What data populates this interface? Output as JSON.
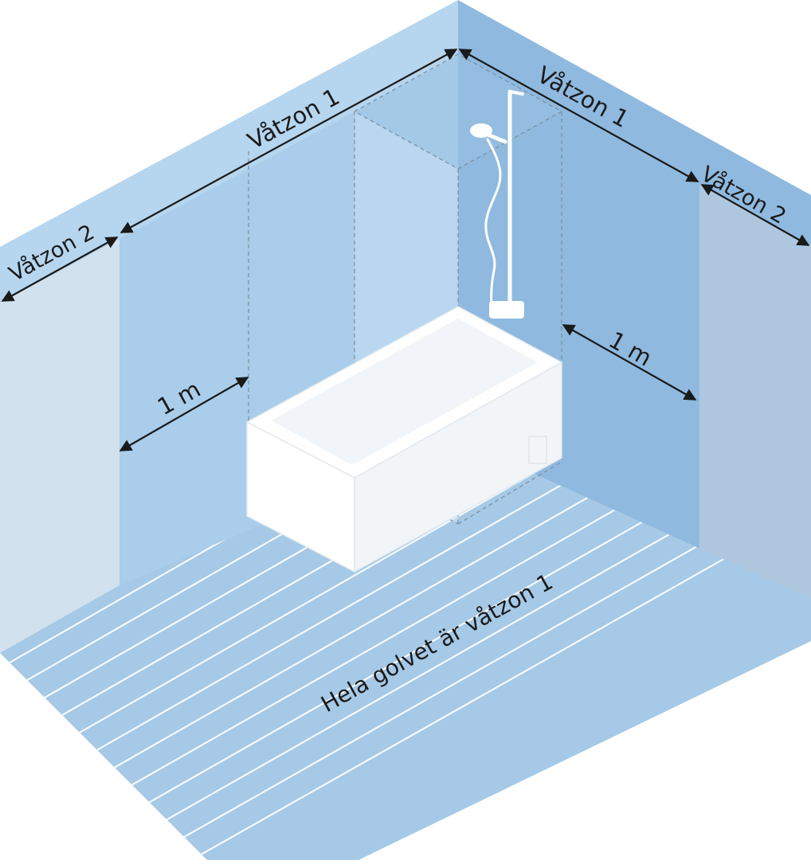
{
  "labels": {
    "zone1_left_wall": "Våtzon 1",
    "zone1_right_wall": "Våtzon 1",
    "zone2_left": "Våtzon 2",
    "zone2_right": "Våtzon 2",
    "distance_left": "1 m",
    "distance_right": "1 m",
    "floor": "Hela golvet är våtzon 1"
  },
  "colors": {
    "left_wall": "#b6d5ee",
    "left_wall_zone1": "#a7cbe9",
    "left_wall_outer_zone2": "#d2e1ee",
    "right_wall": "#8fb9df",
    "right_wall_zone1": "#88b3db",
    "right_wall_outer_zone2": "#aec7df",
    "floor": "#a5c9e6",
    "floor_stripes": "#ffffff",
    "bathtub": "#ffffff",
    "text": "#1a1a1a"
  },
  "icons": [
    "shower-icon",
    "bathtub-icon",
    "dimension-arrow-icon"
  ]
}
